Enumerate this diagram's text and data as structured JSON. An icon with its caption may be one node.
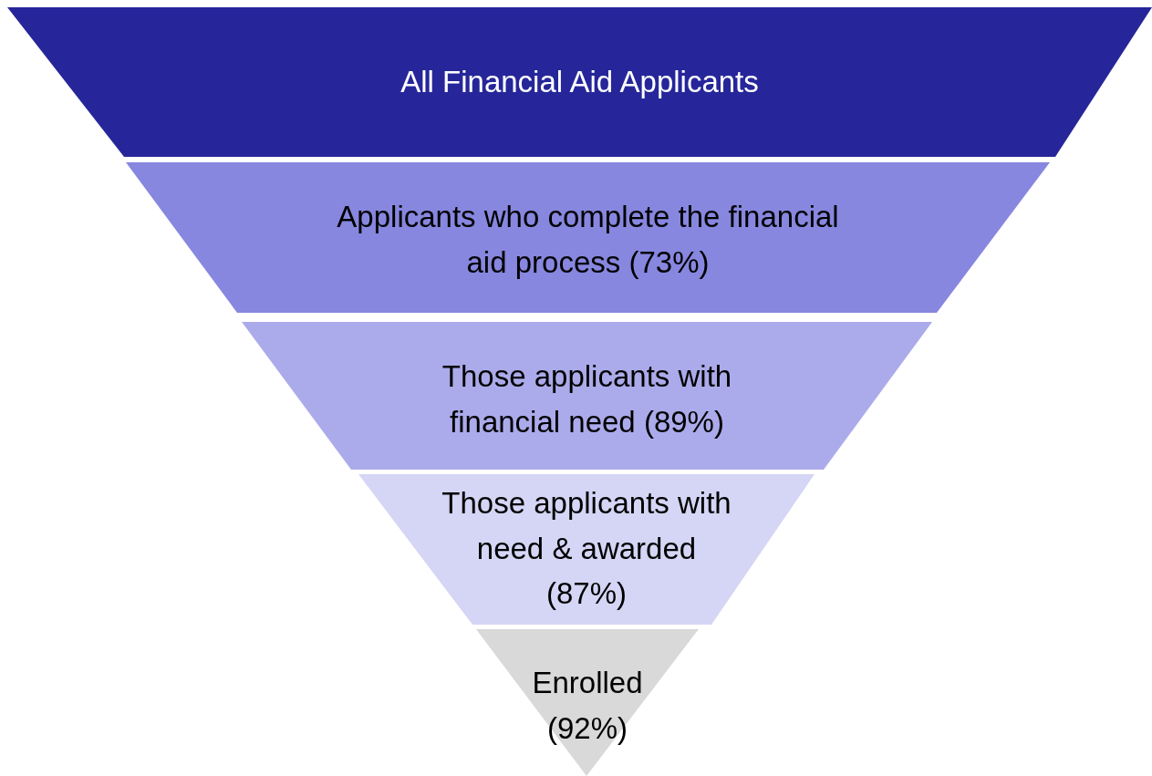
{
  "diagram": {
    "nodes": [
      {
        "text": [
          "All Financial Aid Applicants"
        ]
      },
      {
        "text": [
          "Applicants who complete the financial aid process (73%)"
        ]
      },
      {
        "text": [
          "Those applicants with financial need (89%)"
        ]
      },
      {
        "text": [
          "Those applicants with need & awarded (87%)"
        ]
      },
      {
        "text": [
          "Enrolled (92%)"
        ]
      }
    ],
    "edges": []
  }
}
